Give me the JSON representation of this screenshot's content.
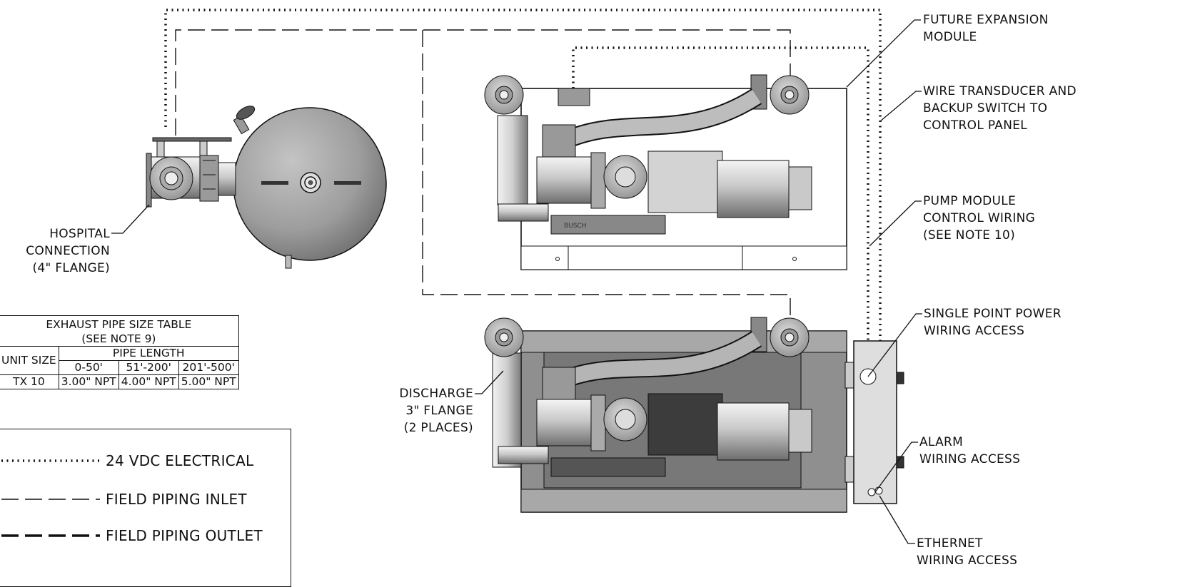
{
  "callouts": {
    "future_expansion": "FUTURE EXPANSION\nMODULE",
    "wire_transducer": "WIRE TRANSDUCER AND\nBACKUP SWITCH TO\nCONTROL PANEL",
    "pump_module": "PUMP MODULE\nCONTROL WIRING\n(SEE NOTE 10)",
    "single_point_power": "SINGLE POINT POWER\nWIRING ACCESS",
    "alarm": "ALARM\nWIRING ACCESS",
    "ethernet": "ETHERNET\nWIRING ACCESS",
    "hospital": "HOSPITAL\nCONNECTION\n(4\" FLANGE)",
    "discharge": "DISCHARGE\n3\" FLANGE\n(2 PLACES)"
  },
  "table": {
    "title": "EXHAUST PIPE SIZE TABLE",
    "subtitle": "(SEE NOTE 9)",
    "unit_header": "UNIT SIZE",
    "length_header": "PIPE LENGTH",
    "ranges": [
      "0-50'",
      "51'-200'",
      "201'-500'"
    ],
    "rows": [
      {
        "unit": "TX 10",
        "sizes": [
          "3.00\" NPT",
          "4.00\" NPT",
          "5.00\" NPT"
        ]
      }
    ]
  },
  "legend": {
    "electrical": "24 VDC ELECTRICAL",
    "inlet": "FIELD PIPING INLET",
    "outlet": "FIELD PIPING OUTLET"
  },
  "pump_brand": "BUSCH"
}
